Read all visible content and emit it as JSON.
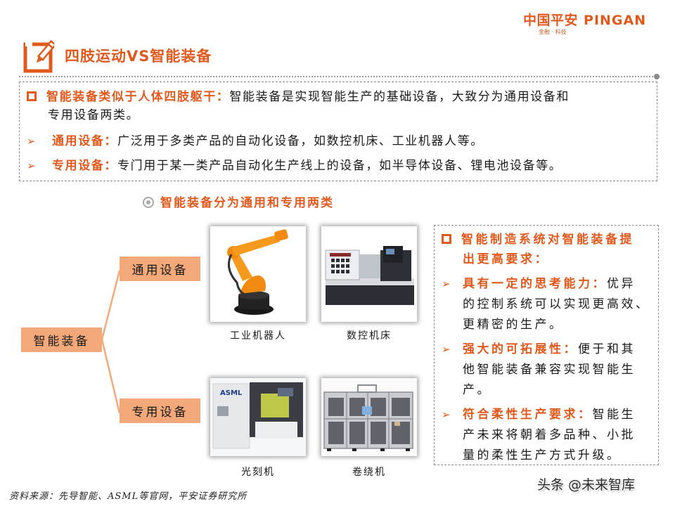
{
  "brand": {
    "logo_cn": "中国平安",
    "logo_en": "PINGAN",
    "tagline": "金融 · 科技",
    "accent_color": "#e05a1e",
    "node_color": "#f2a878"
  },
  "header": {
    "title_icon": "edit-pencil-icon",
    "title": "四肢运动VS智能装备"
  },
  "intro": {
    "main": {
      "heading": "智能装备类似于人体四肢躯干：",
      "text_line1": "智能装备是实现智能生产的基础设备，大致分为通用设备和",
      "text_line2": "专用设备两类。"
    },
    "bullets": [
      {
        "heading": "通用设备：",
        "text": "广泛用于多类产品的自动化设备，如数控机床、工业机器人等。"
      },
      {
        "heading": "专用设备：",
        "text": "专门用于某一类产品自动化生产线上的设备，如半导体设备、锂电池设备等。"
      }
    ]
  },
  "diagram": {
    "subheading": "智能装备分为通用和专用两类",
    "root": "智能装备",
    "branches": [
      {
        "label": "通用设备",
        "items": [
          {
            "caption": "工业机器人",
            "image": "industrial-robot"
          },
          {
            "caption": "数控机床",
            "image": "cnc-lathe"
          }
        ]
      },
      {
        "label": "专用设备",
        "items": [
          {
            "caption": "光刻机",
            "image": "lithography-machine",
            "image_text": "ASML"
          },
          {
            "caption": "卷绕机",
            "image": "winding-machine"
          }
        ]
      }
    ]
  },
  "requirements": {
    "heading_line1": "智能制造系统对智能装备提",
    "heading_line2": "出更高要求：",
    "items": [
      {
        "heading": "具有一定的思考能力：",
        "line1_text": "优异",
        "lines": [
          "的控制系统可以实现更高效、",
          "更精密的生产。"
        ]
      },
      {
        "heading": "强大的可拓展性：",
        "line1_text": "便于和其",
        "lines": [
          "他智能装备兼容实现智能生",
          "产。"
        ]
      },
      {
        "heading": "符合柔性生产要求：",
        "line1_text": "智能生",
        "lines": [
          "产未来将朝着多品种、小批",
          "量的柔性生产方式升级。"
        ]
      }
    ]
  },
  "footer": {
    "source": "资料来源：先导智能、ASML等官网，平安证券研究所",
    "watermark": "头条 @未来智库"
  }
}
